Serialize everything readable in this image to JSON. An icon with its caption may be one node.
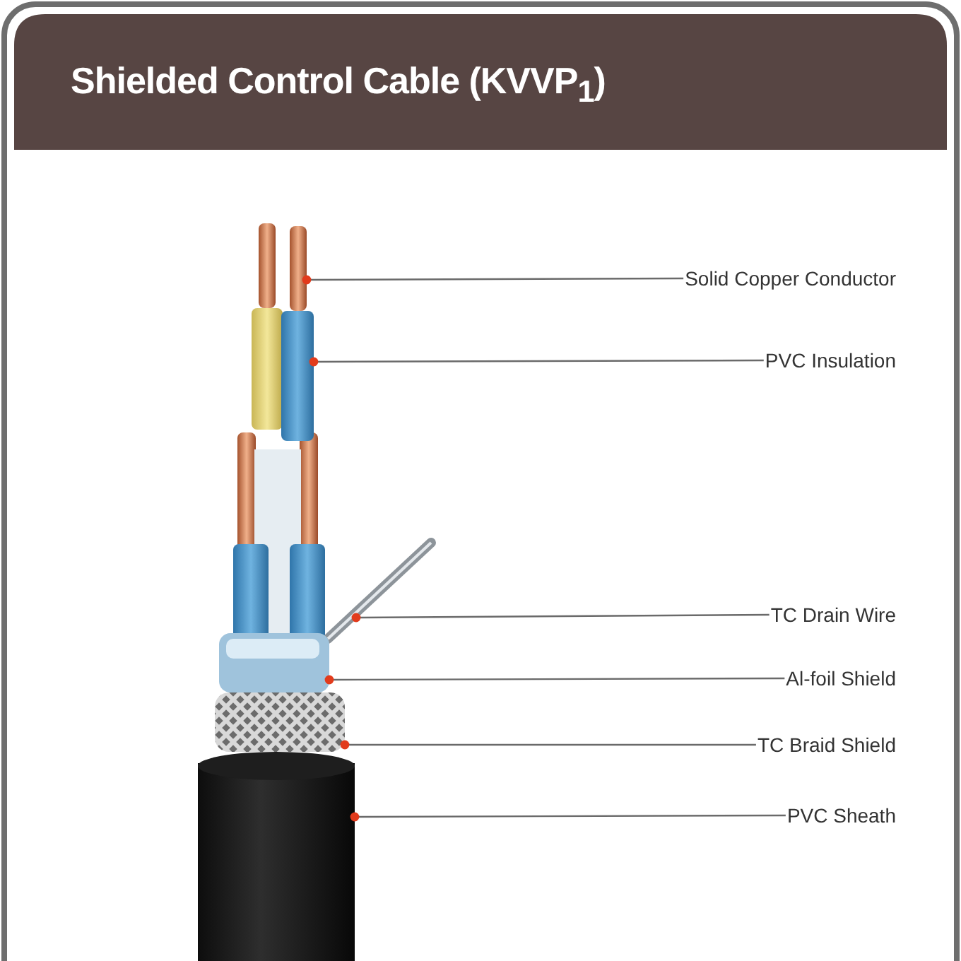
{
  "diagram": {
    "title": "Shielded Control Cable (KVVP$_{1}$)",
    "nodes": [
      {
        "text": [
          "Solid Copper Conductor"
        ]
      },
      {
        "text": [
          "PVC Insulation"
        ]
      },
      {
        "text": [
          "TC Drain Wire"
        ]
      },
      {
        "text": [
          "Al-foil Shield"
        ]
      },
      {
        "text": [
          "TC Braid Shield"
        ]
      },
      {
        "text": [
          "PVC Sheath"
        ]
      },
      {
        "text": [],
        "shape": "picture"
      },
      {
        "text": [],
        "shape": "picture"
      },
      {
        "text": [],
        "shape": "picture"
      },
      {
        "text": [],
        "shape": "picture"
      },
      {
        "text": [],
        "shape": "picture"
      },
      {
        "text": [],
        "shape": "picture"
      }
    ],
    "edges": [
      {
        "from": 0,
        "to": 6,
        "arrow": "other"
      },
      {
        "from": 1,
        "to": 7,
        "arrow": "other"
      },
      {
        "from": 2,
        "to": 8,
        "arrow": "other"
      },
      {
        "from": 3,
        "to": 9,
        "arrow": "other"
      },
      {
        "from": 4,
        "to": 10,
        "arrow": "other"
      },
      {
        "from": 5,
        "to": 11,
        "arrow": "other"
      }
    ]
  }
}
